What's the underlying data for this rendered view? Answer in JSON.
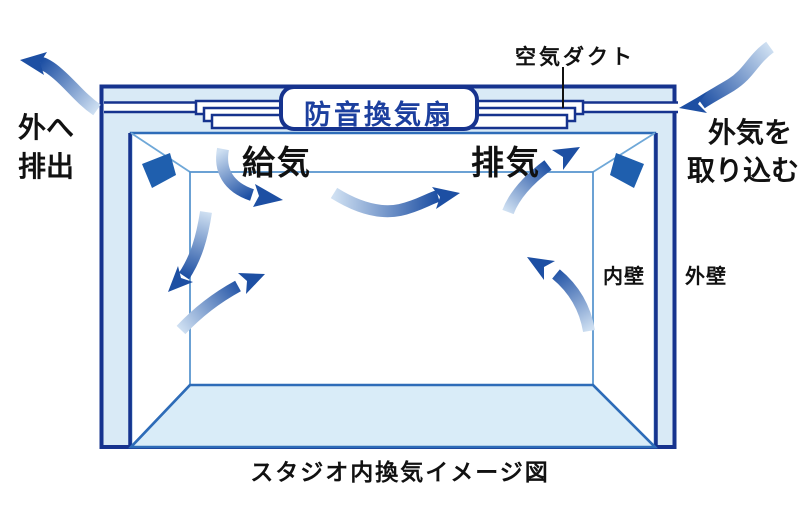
{
  "labels": {
    "caption": "スタジオ内換気イメージ図",
    "fan_box": "防音換気扇",
    "air_duct": "空気ダクト",
    "exhaust_outside": {
      "line1": "外へ",
      "line2": "排出"
    },
    "intake_outside": {
      "line1": "外気を",
      "line2": "取り込む"
    },
    "supply_air": "給気",
    "exhaust_air": "排気",
    "inner_wall": "内壁",
    "outer_wall": "外壁"
  },
  "arrows": [
    {
      "name": "exhaust-to-outside-arrow",
      "direction": "up-left out of wall"
    },
    {
      "name": "intake-from-outside-arrow",
      "direction": "down-left into duct opening"
    },
    {
      "name": "supply-air-arrow",
      "direction": "down from duct then right"
    },
    {
      "name": "room-circulation-down-arrow",
      "direction": "down-left along wall"
    },
    {
      "name": "room-circulation-up-arrow",
      "direction": "up-right from floor"
    },
    {
      "name": "room-airflow-wave-arrow",
      "direction": "rightward wave across room"
    },
    {
      "name": "exhaust-air-arrow",
      "direction": "up-right into duct corner"
    },
    {
      "name": "right-wall-up-arrow",
      "direction": "up along inner wall"
    }
  ],
  "colors": {
    "navy_border": "#16338e",
    "line_blue": "#2e6cb8",
    "light_line_blue": "#6fa8d8",
    "wall_fill": "#d9eaf6",
    "floor_fill": "#d9ecf8",
    "arrow_dark": "#1d4fa3",
    "arrow_light": "#cfe0f2",
    "corner_shape": "#1f5fae",
    "fan_text": "#1c3f9e",
    "text_black": "#111111"
  }
}
